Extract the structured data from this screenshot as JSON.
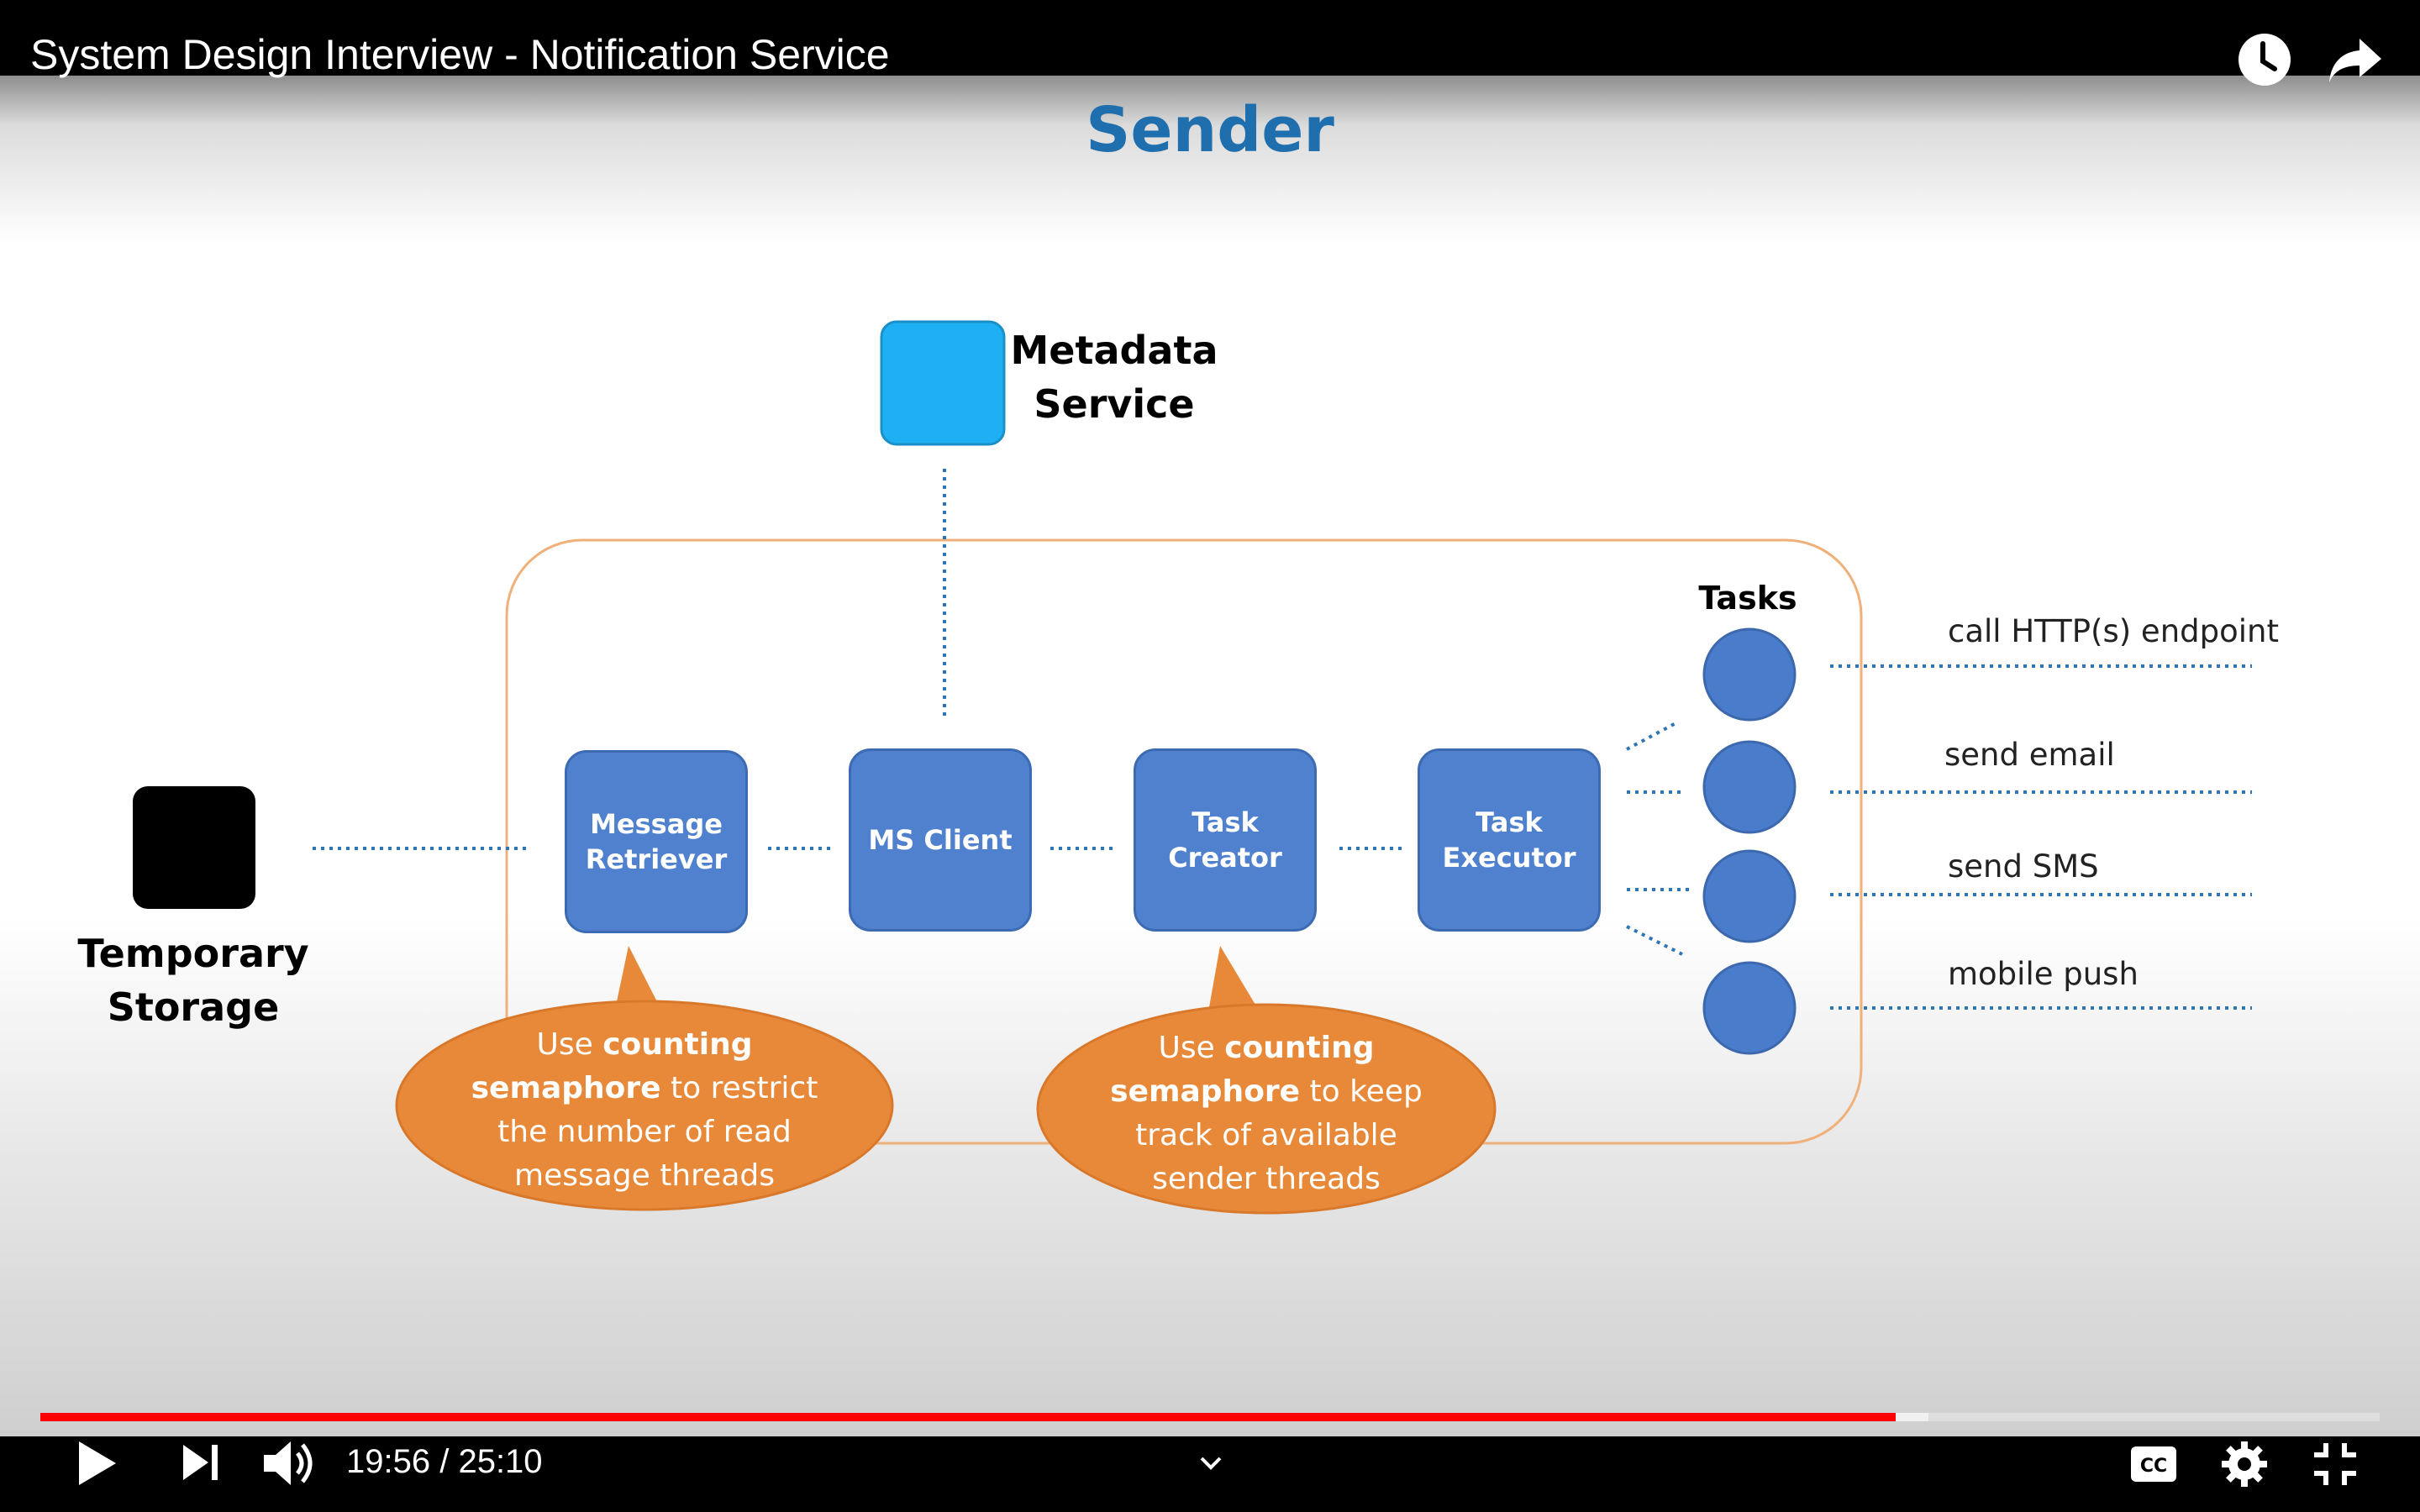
{
  "player": {
    "title": "System Design Interview - Notification Service",
    "current_time": "19:56",
    "duration": "25:10",
    "time_separator": " / ",
    "progress": 0.793,
    "buffered": 0.807,
    "icons": [
      "watch-later-icon",
      "share-icon",
      "play-icon",
      "next-icon",
      "volume-icon",
      "chevron-down-icon",
      "captions-icon",
      "settings-icon",
      "exit-fullscreen-icon"
    ]
  },
  "slide": {
    "title": "Sender",
    "metadata_service": {
      "line1": "Metadata",
      "line2": "Service"
    },
    "temporary_storage": {
      "line1": "Temporary",
      "line2": "Storage"
    },
    "components": [
      {
        "line1": "Message",
        "line2": "Retriever"
      },
      {
        "line1": "MS Client",
        "line2": ""
      },
      {
        "line1": "Task",
        "line2": "Creator"
      },
      {
        "line1": "Task",
        "line2": "Executor"
      }
    ],
    "tasks_heading": "Tasks",
    "tasks": [
      "call HTTP(s) endpoint",
      "send email",
      "send SMS",
      "mobile push"
    ],
    "bubble1": {
      "prefix": "Use ",
      "bold1": "counting",
      "bold2": "semaphore",
      "rest1": " to restrict",
      "line3": "the number of read",
      "line4": "message threads"
    },
    "bubble2": {
      "prefix": "Use ",
      "bold1": "counting",
      "bold2": "semaphore",
      "rest1": " to keep",
      "line3": "track of available",
      "line4": "sender threads"
    },
    "colors": {
      "title": "#1f6fae",
      "component": "#4f81cf",
      "metadata": "#1eb0f2",
      "boundary": "#f0b07a",
      "bubble": "#e8893a",
      "connector": "#2e75b6",
      "progress": "#ff0000"
    }
  }
}
